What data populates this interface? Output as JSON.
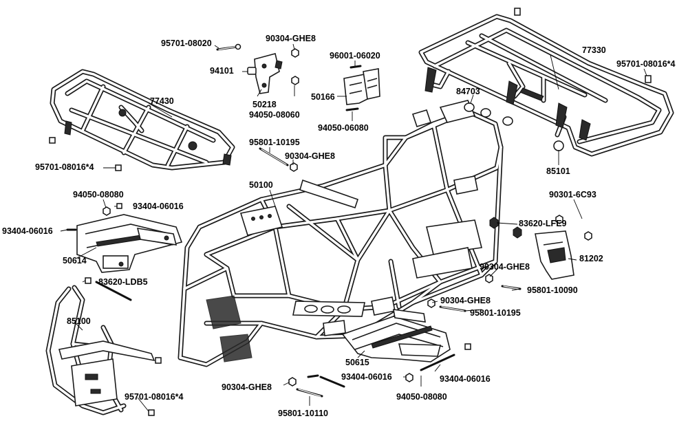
{
  "labels": {
    "p77330": "77330",
    "p77430": "77430",
    "p50100": "50100",
    "p85100": "85100",
    "p85101": "85101",
    "p81202": "81202",
    "p50614": "50614",
    "p50615": "50615",
    "p50166": "50166",
    "p50218": "50218",
    "p84703": "84703",
    "p94101": "94101",
    "p95701_08020": "95701-08020",
    "p90304_top": "90304-GHE8",
    "p96001_06020": "96001-06020",
    "p94050_08060": "94050-08060",
    "p94050_06080": "94050-06080",
    "p95701_r": "95701-08016*4",
    "p95701_l": "95701-08016*4",
    "p95701_b": "95701-08016*4",
    "p95801_10195_top": "95801-10195",
    "p90304_mid": "90304-GHE8",
    "p94050_08080_l": "94050-08080",
    "p93404_06016_a": "93404-06016",
    "p93404_06016_b": "93404-06016",
    "p90301": "90301-6C93",
    "p83620_lfe9": "83620-LFE9",
    "p83620_ldb5": "83620-LDB5",
    "p90304_r1": "90304-GHE8",
    "p95801_10090": "95801-10090",
    "p90304_r2": "90304-GHE8",
    "p95801_10195_r": "95801-10195",
    "p90304_b": "90304-GHE8",
    "p93404_06016_c": "93404-06016",
    "p93404_06016_d": "93404-06016",
    "p94050_08080_b": "94050-08080",
    "p95801_10110": "95801-10110"
  }
}
